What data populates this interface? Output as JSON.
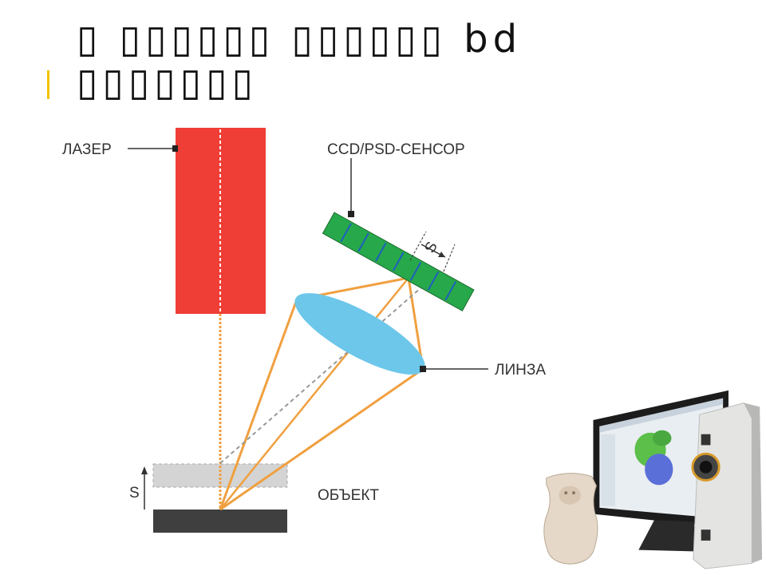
{
  "slide": {
    "title_line1": "▯ ▯▯▯▯▯▯ ▯▯▯▯▯▯ bd",
    "title_line2": "▯▯▯▯▯▯▯"
  },
  "diagram": {
    "labels": {
      "laser": "ЛАЗЕР",
      "sensor": "CCD/PSD-СЕНСОР",
      "lens": "ЛИНЗА",
      "object": "ОБЪЕКТ",
      "s_sensor": "S",
      "s_object": "S"
    },
    "colors": {
      "laser": "#ef3e36",
      "sensor": "#27a84a",
      "sensor_ticks": "#1f5fbf",
      "lens": "#6cc7ea",
      "beam": "#f0a040",
      "object": "#3f3f3f",
      "object_shifted": "#d4d4d4",
      "accent": "#f2c200"
    }
  },
  "photo": {
    "description_icon": "3d-scanner-setup-icon"
  }
}
